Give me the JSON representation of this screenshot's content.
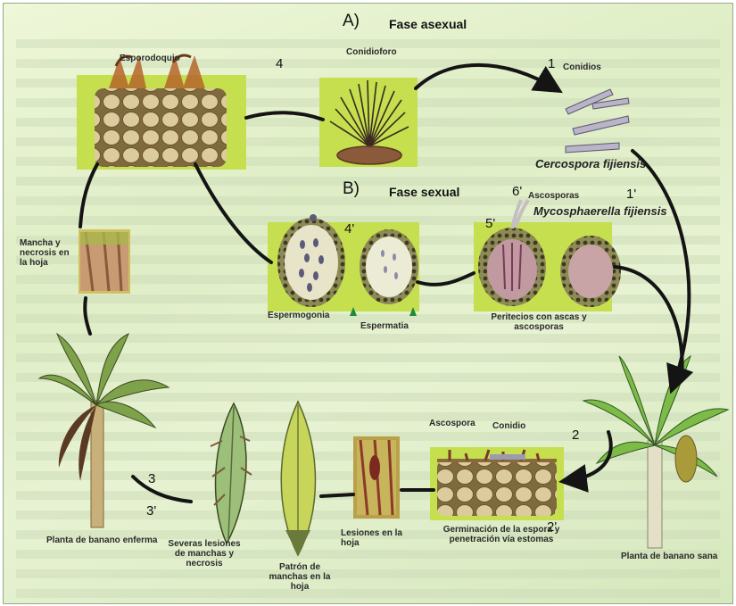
{
  "phases": {
    "a_letter": "A)",
    "a_title": "Fase asexual",
    "b_letter": "B)",
    "b_title": "Fase sexual"
  },
  "numbers": {
    "n1": "1",
    "n1p": "1'",
    "n2": "2",
    "n2p": "2'",
    "n3": "3",
    "n3p": "3'",
    "n4": "4",
    "n4p": "4'",
    "n5p": "5'",
    "n6p": "6'"
  },
  "labels": {
    "esporodoquio": "Esporodoquio",
    "conidioforo": "Conidioforo",
    "conidios": "Conidios",
    "cercospora": "Cercospora fijiensis",
    "ascosporas": "Ascosporas",
    "mycosphaerella": "Mycosphaerella fijiensis",
    "mancha": "Mancha y necrosis en la hoja",
    "espermogonia": "Espermogonia",
    "espermatia": "Espermatia",
    "peritecios": "Peritecios con ascas y ascosporas",
    "ascospora": "Ascospora",
    "conidio": "Conidio",
    "planta_enferma": "Planta de banano  enferma",
    "planta_sana": "Planta de banano sana",
    "severas": "Severas lesiones de manchas y necrosis",
    "patron": "Patrón de manchas en la hoja",
    "lesiones": "Lesiones en la hoja",
    "germinacion": "Germinación de la espora y penetración vía estomas"
  },
  "colors": {
    "panel": "#c6df4e",
    "cell": "#d9c79a",
    "arrow": "#141414",
    "lesion": "#8b3a2a"
  }
}
